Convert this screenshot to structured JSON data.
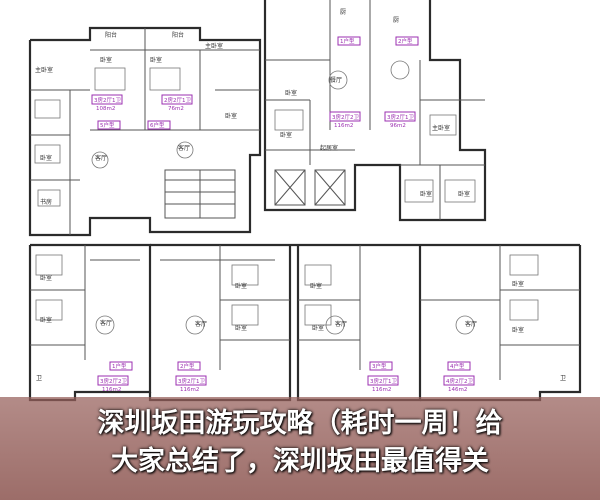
{
  "rooms": {
    "balcony": "阳台",
    "master_bedroom": "主卧室",
    "bedroom": "卧室",
    "living": "客厅",
    "living_room": "起居室",
    "dining": "餐厅",
    "kitchen": "厨",
    "study": "书房",
    "bath": "卫"
  },
  "unit_tags": [
    {
      "type": "5户型",
      "layout": "3房2厅1卫",
      "area": "108m2"
    },
    {
      "type": "6户型",
      "layout": "2房2厅1卫",
      "area": "76m2"
    },
    {
      "type": "1户型",
      "layout": "3房2厅2卫",
      "area": "116m2"
    },
    {
      "type": "2户型",
      "layout": "3房2厅1卫",
      "area": "96m2"
    },
    {
      "type": "1户型",
      "layout": "3房2厅2卫",
      "area": "116m2"
    },
    {
      "type": "2户型",
      "layout": "3房2厅1卫",
      "area": "116m2"
    },
    {
      "type": "3户型",
      "layout": "3房2厅1卫",
      "area": "116m2"
    },
    {
      "type": "4户型",
      "layout": "4房2厅2卫",
      "area": "146m2"
    }
  ],
  "caption": {
    "line1": "深圳坂田游玩攻略（耗时一周！给",
    "line2": "大家总结了，深圳坂田最值得关"
  }
}
